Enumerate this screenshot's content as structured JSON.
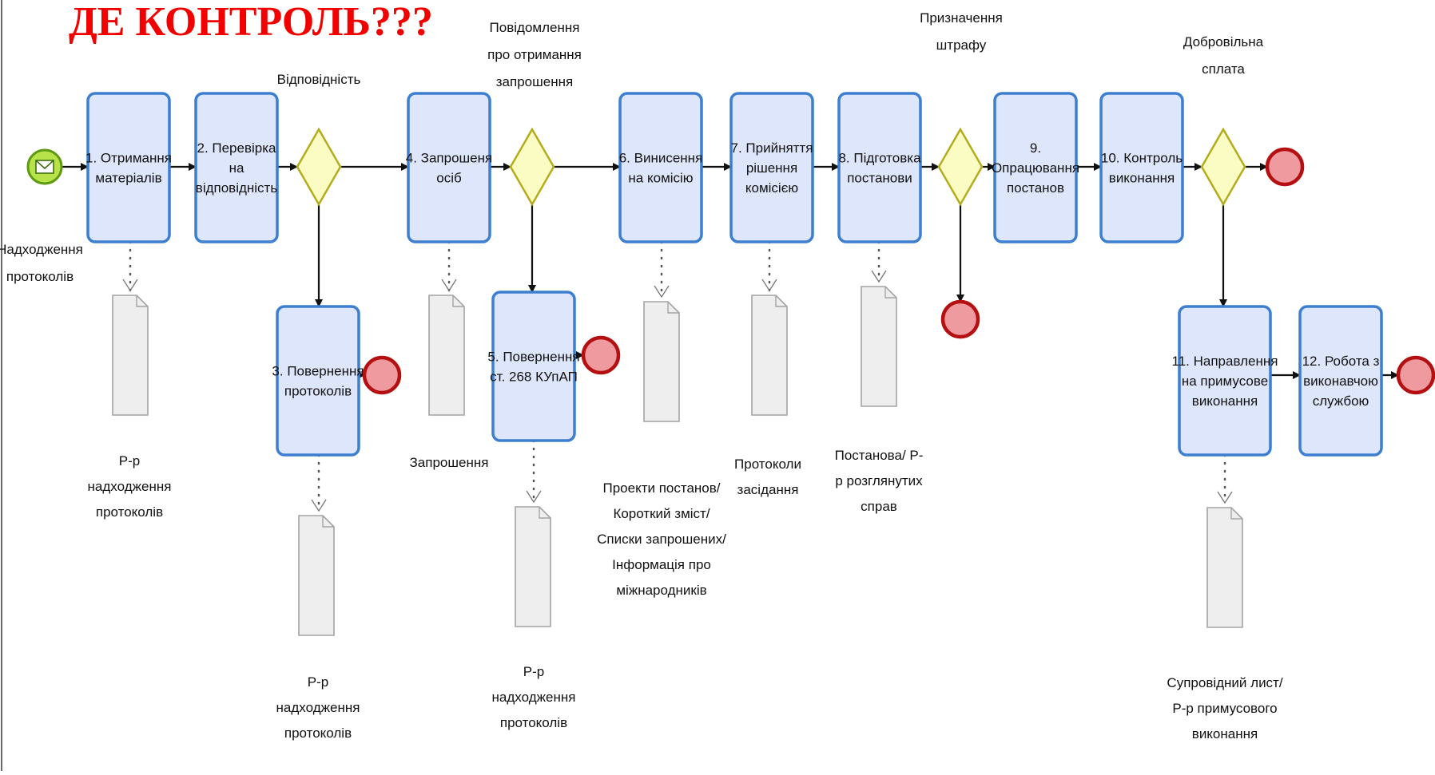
{
  "title": "ДЕ КОНТРОЛЬ???",
  "start_event": {
    "label": [
      "Надходження",
      "протоколів"
    ]
  },
  "tasks": [
    {
      "id": "t1",
      "lines": [
        "1. Отримання",
        "матеріалів"
      ]
    },
    {
      "id": "t2",
      "lines": [
        "2. Перевірка",
        "на",
        "відповідність"
      ]
    },
    {
      "id": "t3",
      "lines": [
        "3. Повернення",
        "протоколів"
      ]
    },
    {
      "id": "t4",
      "lines": [
        "4. Запрошеня",
        "осіб"
      ]
    },
    {
      "id": "t5",
      "lines": [
        "5. Повернення",
        "ст. 268 КУпАП"
      ]
    },
    {
      "id": "t6",
      "lines": [
        "6. Винисення",
        "на комісію"
      ]
    },
    {
      "id": "t7",
      "lines": [
        "7. Прийняття",
        "рішення",
        "комісією"
      ]
    },
    {
      "id": "t8",
      "lines": [
        "8. Підготовка",
        "постанови"
      ]
    },
    {
      "id": "t9",
      "lines": [
        "9.",
        "Опрацювання",
        "постанов"
      ]
    },
    {
      "id": "t10",
      "lines": [
        "10. Контроль",
        "виконання"
      ]
    },
    {
      "id": "t11",
      "lines": [
        "11. Направлення",
        "на примусове",
        "виконання"
      ]
    },
    {
      "id": "t12",
      "lines": [
        "12. Робота з",
        "виконавчою",
        "службою"
      ]
    }
  ],
  "gateways": [
    {
      "id": "g1",
      "label": [
        "Відповідність"
      ]
    },
    {
      "id": "g2",
      "label": [
        "Повідомлення",
        "про отримання",
        "запрошення"
      ]
    },
    {
      "id": "g3",
      "label": [
        "Призначення",
        "штрафу"
      ]
    },
    {
      "id": "g4",
      "label": [
        "Добровільна",
        "сплата"
      ]
    }
  ],
  "documents": [
    {
      "id": "d1",
      "lines": [
        "Р-р",
        "надходження",
        "протоколів"
      ]
    },
    {
      "id": "d3",
      "lines": [
        "Р-р",
        "надходження",
        "протоколів"
      ]
    },
    {
      "id": "d4",
      "lines": [
        "Запрошення"
      ]
    },
    {
      "id": "d5",
      "lines": [
        "Р-р",
        "надходження",
        "протоколів"
      ]
    },
    {
      "id": "d6",
      "lines": [
        "Проекти постанов/",
        "Короткий зміст/",
        "Списки запрошених/",
        "Інформація про",
        "міжнародників"
      ]
    },
    {
      "id": "d7",
      "lines": [
        "Протоколи",
        "засідання"
      ]
    },
    {
      "id": "d8",
      "lines": [
        "Постанова/ Р-",
        "р розглянутих",
        "справ"
      ]
    },
    {
      "id": "d11",
      "lines": [
        "Супровідний лист/",
        "Р-р примусового",
        "виконання"
      ]
    }
  ],
  "colors": {
    "title": "#f20000",
    "task_fill": "#dde6fb",
    "task_stroke": "#3c7ed0",
    "gateway_fill": "#fbfbc4",
    "gateway_stroke": "#b3ad1c",
    "start_fill": "#b7e24a",
    "start_stroke": "#5e9a12",
    "end_fill": "#ef9a9f",
    "end_stroke": "#b41012",
    "doc_fill": "#eeeeee",
    "doc_stroke": "#a3a3a3"
  }
}
